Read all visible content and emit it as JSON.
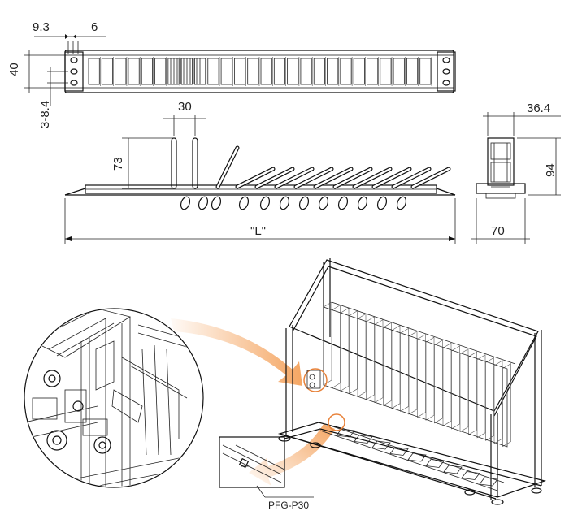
{
  "figure": {
    "top_view": {
      "dim_pitch": "9.3",
      "dim_gap": "6",
      "dim_height": "40",
      "dim_hole": "3-8.4",
      "slot_count": 26
    },
    "side_view": {
      "dim_spacing": "30",
      "dim_rod_height": "73",
      "dim_length": "\"L\"",
      "rod_count": 13
    },
    "end_view": {
      "dim_top_width": "36.4",
      "dim_height": "94",
      "dim_base_width": "70"
    },
    "callout": {
      "part_label": "PFG-P30"
    },
    "colors": {
      "line": "#111111",
      "arrow_orange": "#f4a15a",
      "callout_circle": "#e8823a"
    }
  }
}
